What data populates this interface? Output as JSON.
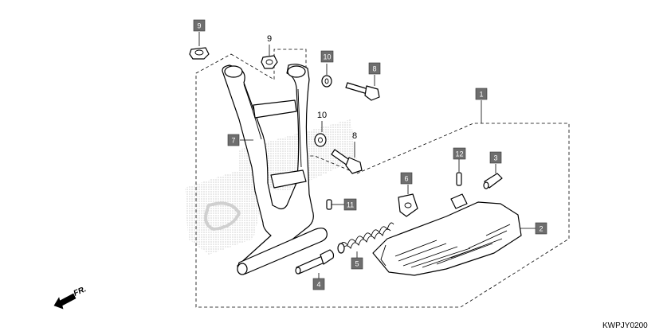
{
  "callouts": {
    "c1": "1",
    "c2": "2",
    "c3": "3",
    "c4": "4",
    "c5": "5",
    "c6": "6",
    "c7": "7",
    "c8": "8",
    "c9": "9",
    "c10": "10",
    "c11": "11",
    "c12": "12"
  },
  "labels": {
    "l8": "8",
    "l9": "9",
    "l10": "10"
  },
  "direction_label": "FR.",
  "diagram_code": "KWPJY0200",
  "colors": {
    "callout_fill": "#6e6e6e",
    "line": "#000000",
    "background": "#ffffff"
  }
}
